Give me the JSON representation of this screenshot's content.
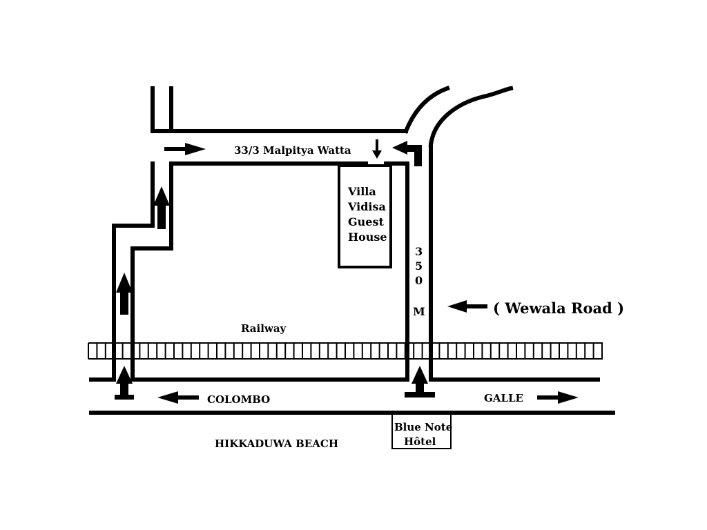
{
  "colors": {
    "ink": "#000000",
    "background": "#ffffff"
  },
  "labels": {
    "street": "33/3 Malpitya Watta",
    "guesthouse": [
      "Villa",
      "Vidisa",
      "Guest",
      "House"
    ],
    "distance_digits": [
      "3",
      "5",
      "0"
    ],
    "distance_unit": "M",
    "wewala_road": "( Wewala Road )",
    "railway": "Railway",
    "colombo": "COLOMBO",
    "galle": "GALLE",
    "beach": "HIKKADUWA BEACH",
    "hotel": [
      "Blue Note",
      "Hôtel"
    ]
  },
  "icons": [
    "arrow-right-icon",
    "arrow-up-icon",
    "arrow-down-icon",
    "arrow-left-icon",
    "arrow-turn-down-icon"
  ]
}
